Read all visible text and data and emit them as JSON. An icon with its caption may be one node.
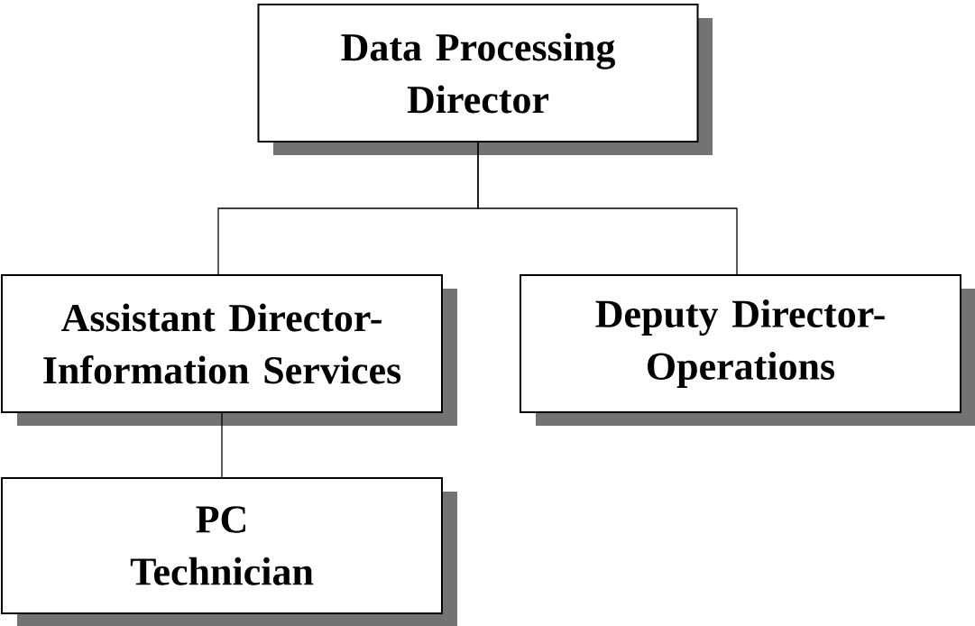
{
  "diagram": {
    "nodes": [
      {
        "text": [
          "Data Processing Director"
        ]
      },
      {
        "text": [
          "Assistant Director-Information Services"
        ]
      },
      {
        "text": [
          "Deputy Director-Operations"
        ]
      },
      {
        "text": [
          "PC Technician"
        ]
      }
    ],
    "edges": [
      {
        "from": 0,
        "to": 1,
        "arrow": "none"
      },
      {
        "from": 0,
        "to": 2,
        "arrow": "none"
      },
      {
        "from": 1,
        "to": 3,
        "arrow": "none"
      }
    ]
  }
}
